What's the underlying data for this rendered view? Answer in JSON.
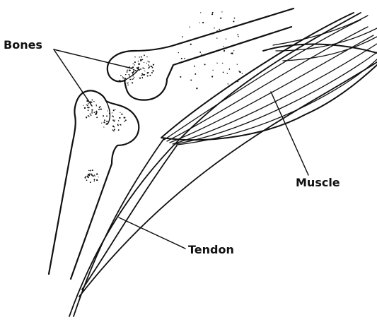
{
  "diagram": {
    "labels": {
      "bones": "Bones",
      "muscle": "Muscle",
      "tendon": "Tendon"
    },
    "colors": {
      "line": "#111111",
      "background": "#ffffff"
    }
  }
}
